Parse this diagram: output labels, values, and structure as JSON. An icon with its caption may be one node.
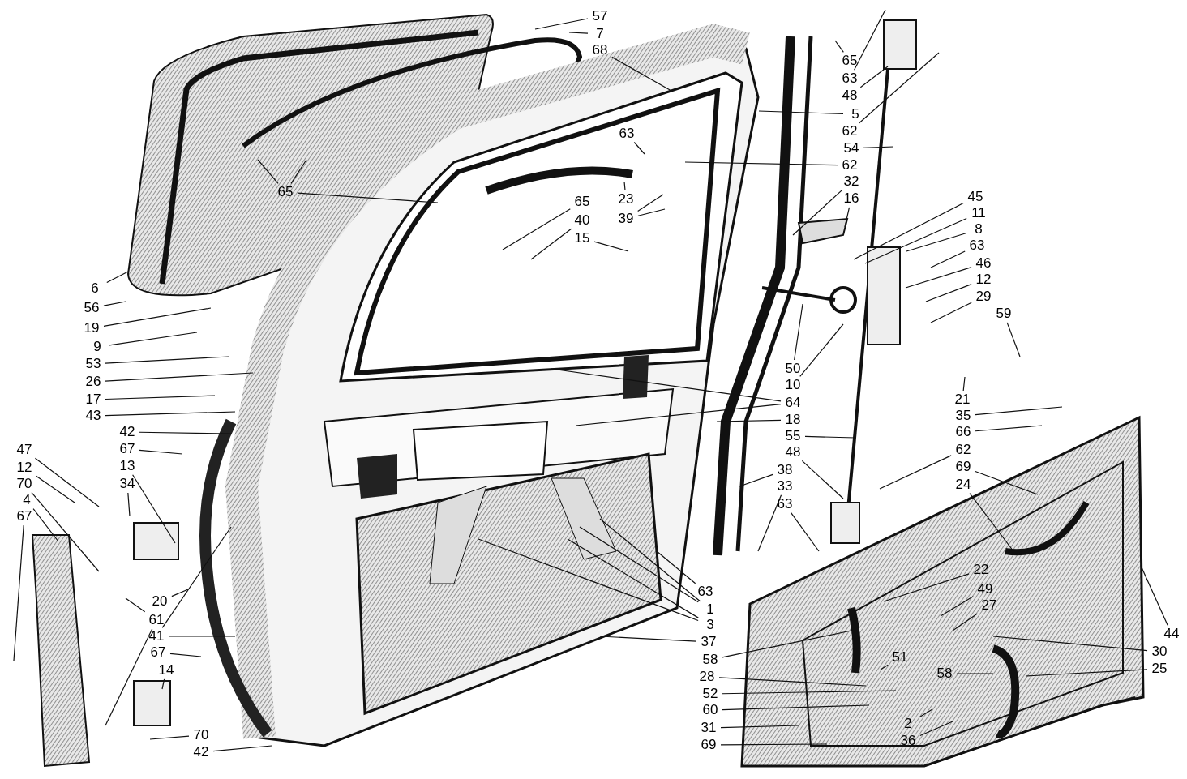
{
  "diagram": {
    "nodes": [
      {
        "text": [
          "57"
        ]
      },
      {
        "text": [
          "7"
        ]
      },
      {
        "text": [
          "68"
        ]
      },
      {
        "text": [
          "65"
        ]
      },
      {
        "text": [
          "63"
        ]
      },
      {
        "text": [
          "48"
        ]
      },
      {
        "text": [
          "5"
        ]
      },
      {
        "text": [
          "62"
        ]
      },
      {
        "text": [
          "54"
        ]
      },
      {
        "text": [
          "63"
        ]
      },
      {
        "text": [
          "62"
        ]
      },
      {
        "text": [
          "32"
        ]
      },
      {
        "text": [
          "16"
        ]
      },
      {
        "text": [
          "45"
        ]
      },
      {
        "text": [
          "11"
        ]
      },
      {
        "text": [
          "8"
        ]
      },
      {
        "text": [
          "65"
        ]
      },
      {
        "text": [
          "23"
        ]
      },
      {
        "text": [
          "39"
        ]
      },
      {
        "text": [
          "65"
        ]
      },
      {
        "text": [
          "40"
        ]
      },
      {
        "text": [
          "15"
        ]
      },
      {
        "text": [
          "63"
        ]
      },
      {
        "text": [
          "46"
        ]
      },
      {
        "text": [
          "12"
        ]
      },
      {
        "text": [
          "29"
        ]
      },
      {
        "text": [
          "6"
        ]
      },
      {
        "text": [
          "56"
        ]
      },
      {
        "text": [
          "59"
        ]
      },
      {
        "text": [
          "19"
        ]
      },
      {
        "text": [
          "9"
        ]
      },
      {
        "text": [
          "53"
        ]
      },
      {
        "text": [
          "26"
        ]
      },
      {
        "text": [
          "50"
        ]
      },
      {
        "text": [
          "10"
        ]
      },
      {
        "text": [
          "17"
        ]
      },
      {
        "text": [
          "21"
        ]
      },
      {
        "text": [
          "64"
        ]
      },
      {
        "text": [
          "43"
        ]
      },
      {
        "text": [
          "35"
        ]
      },
      {
        "text": [
          "18"
        ]
      },
      {
        "text": [
          "42"
        ]
      },
      {
        "text": [
          "66"
        ]
      },
      {
        "text": [
          "55"
        ]
      },
      {
        "text": [
          "67"
        ]
      },
      {
        "text": [
          "47"
        ]
      },
      {
        "text": [
          "62"
        ]
      },
      {
        "text": [
          "48"
        ]
      },
      {
        "text": [
          "13"
        ]
      },
      {
        "text": [
          "12"
        ]
      },
      {
        "text": [
          "69"
        ]
      },
      {
        "text": [
          "38"
        ]
      },
      {
        "text": [
          "34"
        ]
      },
      {
        "text": [
          "70"
        ]
      },
      {
        "text": [
          "24"
        ]
      },
      {
        "text": [
          "33"
        ]
      },
      {
        "text": [
          "4"
        ]
      },
      {
        "text": [
          "63"
        ]
      },
      {
        "text": [
          "67"
        ]
      },
      {
        "text": [
          "22"
        ]
      },
      {
        "text": [
          "49"
        ]
      },
      {
        "text": [
          "63"
        ]
      },
      {
        "text": [
          "20"
        ]
      },
      {
        "text": [
          "27"
        ]
      },
      {
        "text": [
          "1"
        ]
      },
      {
        "text": [
          "61"
        ]
      },
      {
        "text": [
          "3"
        ]
      },
      {
        "text": [
          "44"
        ]
      },
      {
        "text": [
          "41"
        ]
      },
      {
        "text": [
          "37"
        ]
      },
      {
        "text": [
          "30"
        ]
      },
      {
        "text": [
          "67"
        ]
      },
      {
        "text": [
          "51"
        ]
      },
      {
        "text": [
          "58"
        ]
      },
      {
        "text": [
          "25"
        ]
      },
      {
        "text": [
          "14"
        ]
      },
      {
        "text": [
          "58"
        ]
      },
      {
        "text": [
          "28"
        ]
      },
      {
        "text": [
          "52"
        ]
      },
      {
        "text": [
          "60"
        ]
      },
      {
        "text": [
          "2"
        ]
      },
      {
        "text": [
          "31"
        ]
      },
      {
        "text": [
          "70"
        ]
      },
      {
        "text": [
          "36"
        ]
      },
      {
        "text": [
          "69"
        ]
      },
      {
        "text": [
          "42"
        ]
      }
    ],
    "edges": [
      {
        "from": 0,
        "to": null,
        "arrow": "none"
      },
      {
        "from": 1,
        "to": null,
        "arrow": "none"
      },
      {
        "from": 2,
        "to": null,
        "arrow": "none"
      },
      {
        "from": 3,
        "to": null,
        "arrow": "none"
      },
      {
        "from": 4,
        "to": null,
        "arrow": "none"
      },
      {
        "from": 5,
        "to": null,
        "arrow": "none"
      },
      {
        "from": 6,
        "to": null,
        "arrow": "none"
      },
      {
        "from": 7,
        "to": null,
        "arrow": "none"
      },
      {
        "from": 8,
        "to": null,
        "arrow": "none"
      },
      {
        "from": 9,
        "to": null,
        "arrow": "none"
      },
      {
        "from": 10,
        "to": null,
        "arrow": "none"
      },
      {
        "from": 11,
        "to": null,
        "arrow": "none"
      },
      {
        "from": 12,
        "to": null,
        "arrow": "none"
      },
      {
        "from": 13,
        "to": null,
        "arrow": "none"
      },
      {
        "from": 14,
        "to": null,
        "arrow": "none"
      },
      {
        "from": 15,
        "to": null,
        "arrow": "none"
      },
      {
        "from": 16,
        "to": null,
        "arrow": "none"
      },
      {
        "from": 16,
        "to": null,
        "arrow": "none"
      },
      {
        "from": 16,
        "to": null,
        "arrow": "none"
      },
      {
        "from": 17,
        "to": null,
        "arrow": "none"
      },
      {
        "from": 18,
        "to": null,
        "arrow": "none"
      },
      {
        "from": 18,
        "to": null,
        "arrow": "none"
      },
      {
        "from": 19,
        "to": null,
        "arrow": "none"
      },
      {
        "from": 20,
        "to": null,
        "arrow": "none"
      },
      {
        "from": 21,
        "to": null,
        "arrow": "none"
      },
      {
        "from": 22,
        "to": null,
        "arrow": "none"
      },
      {
        "from": 23,
        "to": null,
        "arrow": "none"
      },
      {
        "from": 24,
        "to": null,
        "arrow": "none"
      },
      {
        "from": 25,
        "to": null,
        "arrow": "none"
      },
      {
        "from": 26,
        "to": null,
        "arrow": "none"
      },
      {
        "from": 27,
        "to": null,
        "arrow": "none"
      },
      {
        "from": 28,
        "to": null,
        "arrow": "none"
      },
      {
        "from": 29,
        "to": null,
        "arrow": "none"
      },
      {
        "from": 30,
        "to": null,
        "arrow": "none"
      },
      {
        "from": 31,
        "to": null,
        "arrow": "none"
      },
      {
        "from": 32,
        "to": null,
        "arrow": "none"
      },
      {
        "from": 33,
        "to": null,
        "arrow": "none"
      },
      {
        "from": 34,
        "to": null,
        "arrow": "none"
      },
      {
        "from": 35,
        "to": null,
        "arrow": "none"
      },
      {
        "from": 36,
        "to": null,
        "arrow": "none"
      },
      {
        "from": 37,
        "to": null,
        "arrow": "none"
      },
      {
        "from": 37,
        "to": null,
        "arrow": "none"
      },
      {
        "from": 38,
        "to": null,
        "arrow": "none"
      },
      {
        "from": 39,
        "to": null,
        "arrow": "none"
      },
      {
        "from": 40,
        "to": null,
        "arrow": "none"
      },
      {
        "from": 41,
        "to": null,
        "arrow": "none"
      },
      {
        "from": 42,
        "to": null,
        "arrow": "none"
      },
      {
        "from": 43,
        "to": null,
        "arrow": "none"
      },
      {
        "from": 44,
        "to": null,
        "arrow": "none"
      },
      {
        "from": 45,
        "to": null,
        "arrow": "none"
      },
      {
        "from": 46,
        "to": null,
        "arrow": "none"
      },
      {
        "from": 47,
        "to": null,
        "arrow": "none"
      },
      {
        "from": 48,
        "to": null,
        "arrow": "none"
      },
      {
        "from": 49,
        "to": null,
        "arrow": "none"
      },
      {
        "from": 50,
        "to": null,
        "arrow": "none"
      },
      {
        "from": 51,
        "to": null,
        "arrow": "none"
      },
      {
        "from": 52,
        "to": null,
        "arrow": "none"
      },
      {
        "from": 53,
        "to": null,
        "arrow": "none"
      },
      {
        "from": 54,
        "to": null,
        "arrow": "none"
      },
      {
        "from": 55,
        "to": null,
        "arrow": "none"
      },
      {
        "from": 56,
        "to": null,
        "arrow": "none"
      },
      {
        "from": 57,
        "to": null,
        "arrow": "none"
      },
      {
        "from": 58,
        "to": null,
        "arrow": "none"
      },
      {
        "from": 59,
        "to": null,
        "arrow": "none"
      },
      {
        "from": 60,
        "to": null,
        "arrow": "none"
      },
      {
        "from": 61,
        "to": null,
        "arrow": "none"
      },
      {
        "from": 62,
        "to": null,
        "arrow": "none"
      },
      {
        "from": 63,
        "to": null,
        "arrow": "none"
      },
      {
        "from": 64,
        "to": null,
        "arrow": "none"
      },
      {
        "from": 64,
        "to": null,
        "arrow": "none"
      },
      {
        "from": 65,
        "to": null,
        "arrow": "none"
      },
      {
        "from": 65,
        "to": null,
        "arrow": "none"
      },
      {
        "from": 66,
        "to": null,
        "arrow": "none"
      },
      {
        "from": 66,
        "to": null,
        "arrow": "none"
      },
      {
        "from": 67,
        "to": null,
        "arrow": "none"
      },
      {
        "from": 68,
        "to": null,
        "arrow": "none"
      },
      {
        "from": 68,
        "to": null,
        "arrow": "none"
      },
      {
        "from": 69,
        "to": null,
        "arrow": "none"
      },
      {
        "from": 70,
        "to": null,
        "arrow": "none"
      },
      {
        "from": 71,
        "to": null,
        "arrow": "none"
      },
      {
        "from": 72,
        "to": null,
        "arrow": "none"
      },
      {
        "from": 73,
        "to": null,
        "arrow": "none"
      },
      {
        "from": 74,
        "to": null,
        "arrow": "none"
      },
      {
        "from": 75,
        "to": null,
        "arrow": "none"
      },
      {
        "from": 76,
        "to": null,
        "arrow": "none"
      },
      {
        "from": 77,
        "to": null,
        "arrow": "none"
      },
      {
        "from": 78,
        "to": null,
        "arrow": "none"
      },
      {
        "from": 79,
        "to": null,
        "arrow": "none"
      },
      {
        "from": 80,
        "to": null,
        "arrow": "none"
      },
      {
        "from": 81,
        "to": null,
        "arrow": "none"
      },
      {
        "from": 82,
        "to": null,
        "arrow": "none"
      },
      {
        "from": 83,
        "to": null,
        "arrow": "none"
      },
      {
        "from": 84,
        "to": null,
        "arrow": "none"
      },
      {
        "from": 85,
        "to": null,
        "arrow": "none"
      }
    ]
  }
}
